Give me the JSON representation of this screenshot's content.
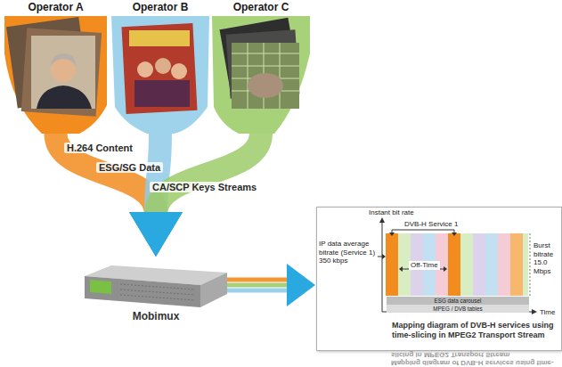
{
  "diagram": {
    "nodes": [
      {
        "text": [
          "Operator A"
        ]
      },
      {
        "text": [
          "Operator B"
        ]
      },
      {
        "text": [
          "Operator C"
        ]
      },
      {
        "text": [
          "Mobimux"
        ]
      },
      {
        "text": [
          "Mapping diagram of DVB-H services using time-slicing in MPEG2 Transport Stream"
        ]
      },
      {
        "text": [
          "ESG data carousel"
        ],
        "in": 4
      },
      {
        "text": [
          "MPEG / DVB tables"
        ],
        "in": 4
      }
    ],
    "edges": [
      {
        "from": 0,
        "to": 3,
        "arrow": "to"
      },
      {
        "from": 1,
        "to": 3,
        "arrow": "to"
      },
      {
        "from": 2,
        "to": 3,
        "arrow": "to"
      },
      {
        "from": 3,
        "to": 4,
        "arrow": "to"
      }
    ],
    "labels": [
      "H.264 Content",
      "ESG/SG Data",
      "CA/SCP Keys Streams",
      "Instant bit rate",
      "DVB-H Service 1",
      "IP data average bitrate (Service 1) 350 kbps",
      "Off-Time",
      "Burst bitrate 15.0 Mbps",
      "Time",
      "Mapping diagram of DVB-H services using time-slicing in MPEG2 Transport Stream"
    ]
  }
}
